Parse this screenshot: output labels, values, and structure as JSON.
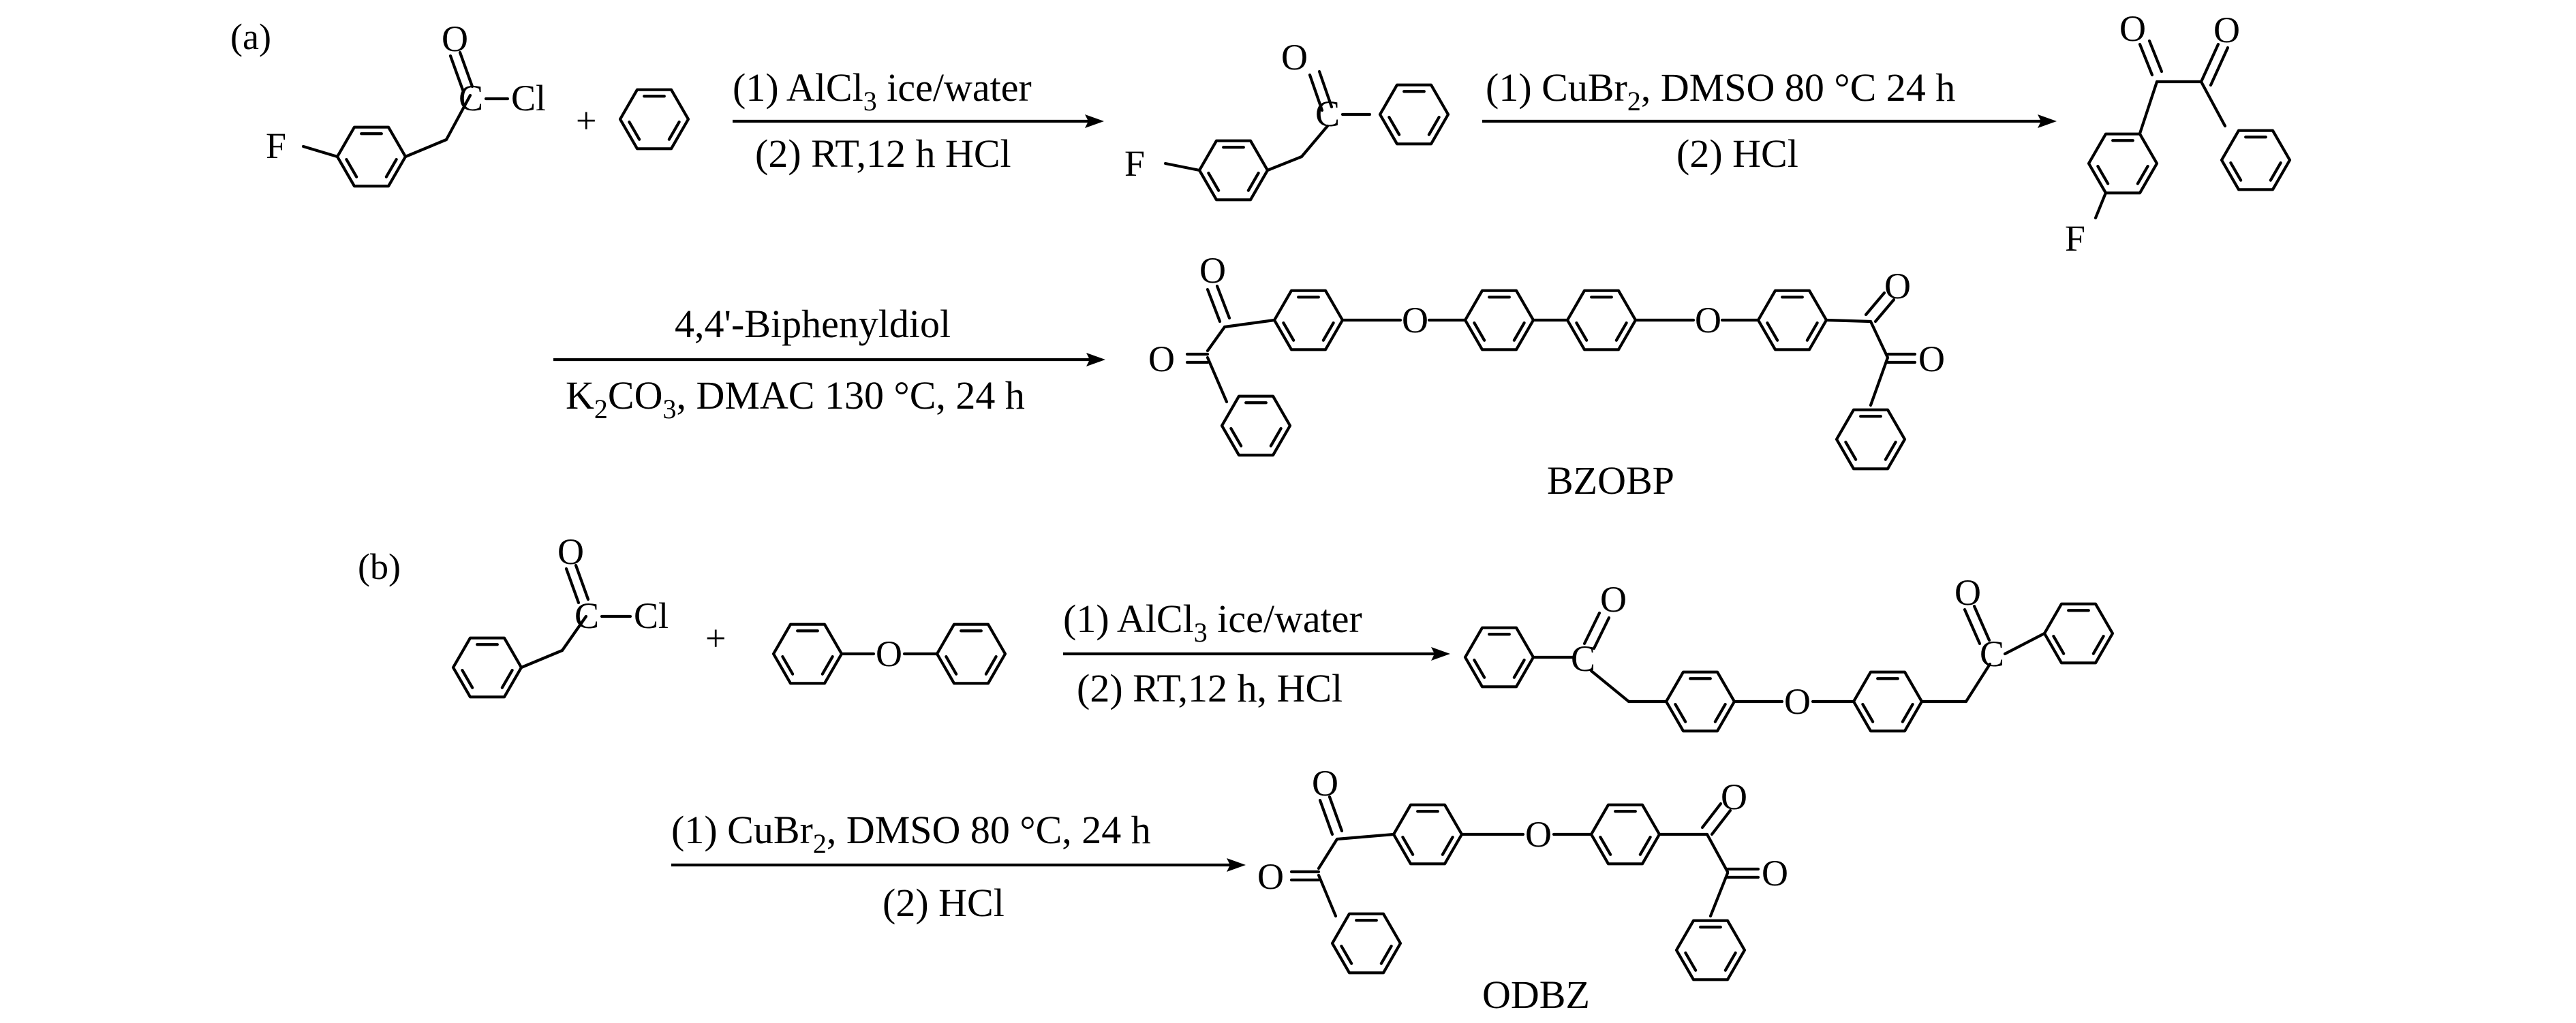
{
  "scheme": {
    "part_a": {
      "label": "(a)",
      "plus": "+",
      "step1": {
        "line1": {
          "prefix": "(1) AlCl",
          "sub": "3",
          "suffix": " ice/water"
        },
        "line2": "(2) RT,12 h HCl"
      },
      "step2": {
        "line1": {
          "prefix": "(1) CuBr",
          "sub": "2",
          "suffix": ", DMSO 80 °C 24 h"
        },
        "line2": "(2) HCl"
      },
      "step3": {
        "line1": "4,4'-Biphenyldiol",
        "line2": {
          "k": "K",
          "sub1": "2",
          "co": "CO",
          "sub2": "3",
          "rest": ", DMAC 130 °C, 24 h"
        }
      },
      "product": "BZOBP"
    },
    "part_b": {
      "label": "(b)",
      "plus": "+",
      "step1": {
        "line1": {
          "prefix": "(1) AlCl",
          "sub": "3",
          "suffix": " ice/water"
        },
        "line2": "(2) RT,12 h, HCl"
      },
      "step2": {
        "line1": {
          "prefix": "(1) CuBr",
          "sub": "2",
          "suffix": ", DMSO 80 °C, 24 h"
        },
        "line2": "(2) HCl"
      },
      "product": "ODBZ"
    },
    "atoms": {
      "O": "O",
      "C": "C",
      "Cl": "Cl",
      "F": "F"
    }
  }
}
